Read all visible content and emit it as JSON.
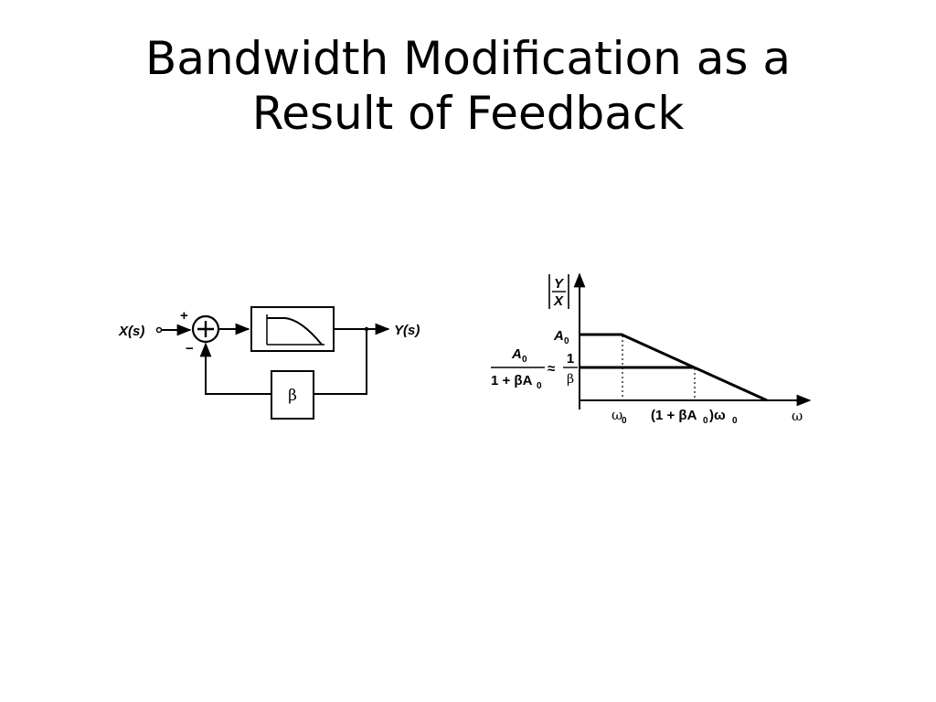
{
  "slide": {
    "title_line1": "Bandwidth Modification as a",
    "title_line2": "Result of Feedback"
  },
  "block_diagram": {
    "input_label": "X(s)",
    "output_label": "Y(s)",
    "plus_sign": "+",
    "minus_sign": "−",
    "summer_symbol": "+",
    "feedback_block_label": "β"
  },
  "bode_plot": {
    "y_axis_label_num": "Y",
    "y_axis_label_den": "X",
    "level_high_label": "A",
    "level_high_sub": "0",
    "level_low_frac_num": "A",
    "level_low_frac_num_sub": "0",
    "level_low_frac_den": "1 + βA",
    "level_low_frac_den_sub": "0",
    "approx_symbol": "≈",
    "approx_frac_num": "1",
    "approx_frac_den": "β",
    "x_tick_1": "ω",
    "x_tick_1_sub": "0",
    "x_tick_2_prefix": "(1 + βA",
    "x_tick_2_mid_sub": "0",
    "x_tick_2_suffix": ")ω",
    "x_tick_2_end_sub": "0",
    "x_axis_label": "ω"
  }
}
